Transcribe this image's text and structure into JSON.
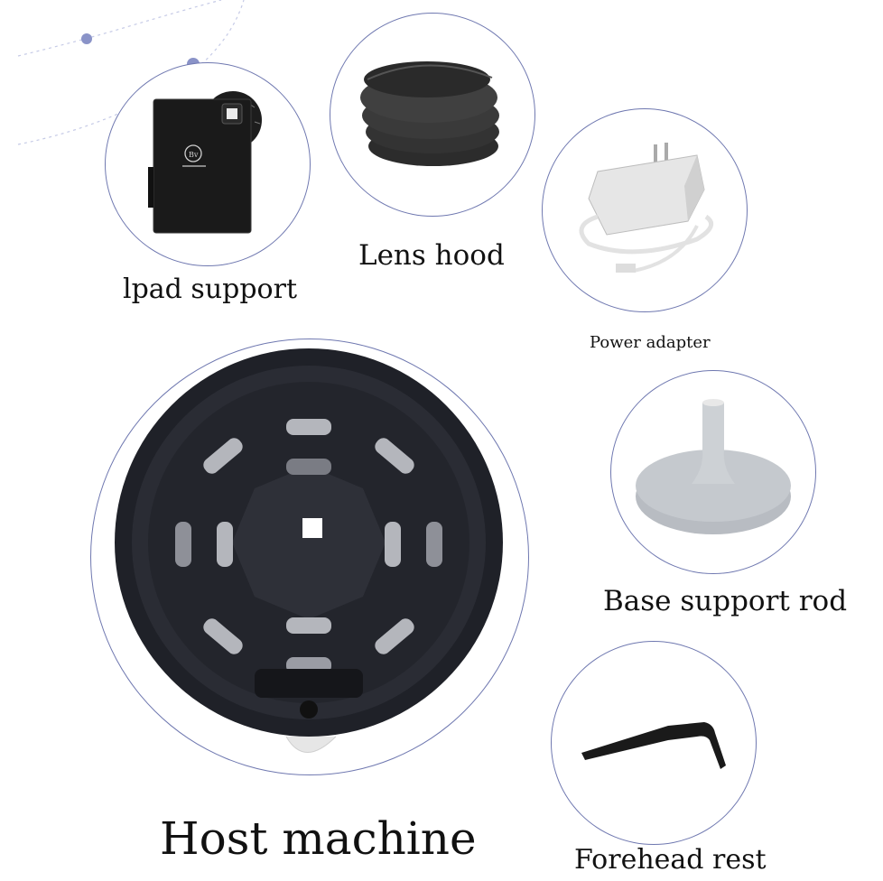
{
  "products": [
    {
      "id": "ipad-support",
      "label": "lpad support",
      "icon": "ipad-support-photo"
    },
    {
      "id": "lens-hood",
      "label": "Lens hood",
      "icon": "lens-hood-photo"
    },
    {
      "id": "power-adapter",
      "label": "Power adapter",
      "icon": "power-adapter-photo"
    },
    {
      "id": "base-support-rod",
      "label": "Base support rod",
      "icon": "base-support-rod-photo"
    },
    {
      "id": "host-machine",
      "label": "Host machine",
      "icon": "host-machine-photo"
    },
    {
      "id": "forehead-rest",
      "label": "Forehead rest",
      "icon": "forehead-rest-photo"
    }
  ],
  "colors": {
    "circle_outline": "#6f78b0",
    "dots": "#8a93c8",
    "label": "#111111",
    "background": "#ffffff"
  }
}
